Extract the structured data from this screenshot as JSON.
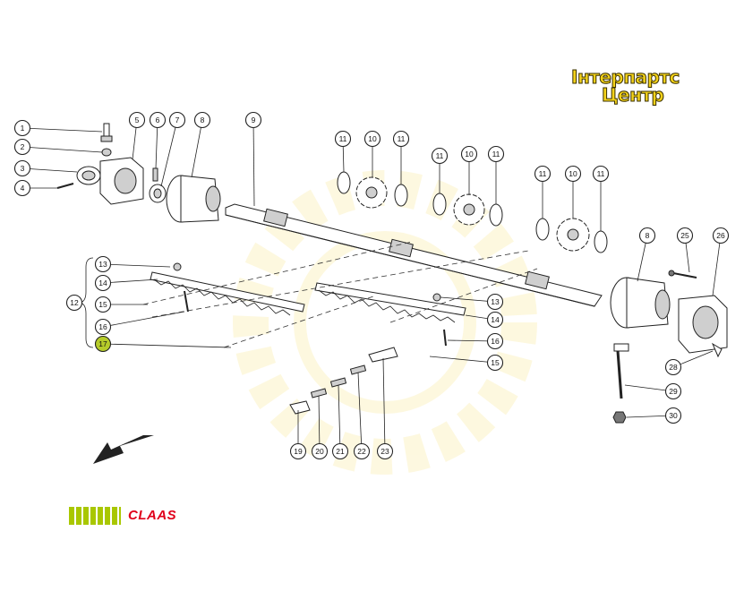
{
  "watermark": {
    "line1": "Інтерпартс",
    "line2": "Центр"
  },
  "brand": {
    "name": "CLAAS",
    "bar_color": "#a9c700",
    "text_color": "#e0001a"
  },
  "highlight_color": "#b6cc2a",
  "callouts": {
    "c1": "1",
    "c2": "2",
    "c3": "3",
    "c4": "4",
    "c5": "5",
    "c6": "6",
    "c7": "7",
    "c8a": "8",
    "c9": "9",
    "c10a": "10",
    "c11a": "11",
    "c11b": "11",
    "c11c": "11",
    "c10b": "10",
    "c11d": "11",
    "c11e": "11",
    "c10c": "10",
    "c11f": "11",
    "c8b": "8",
    "c25": "25",
    "c26": "26",
    "c13a": "13",
    "c14a": "14",
    "c12": "12",
    "c15a": "15",
    "c16a": "16",
    "c17": "17",
    "c13b": "13",
    "c14b": "14",
    "c16b": "16",
    "c15b": "15",
    "c28": "28",
    "c29": "29",
    "c30": "30",
    "c19": "19",
    "c20": "20",
    "c21": "21",
    "c22": "22",
    "c23": "23"
  }
}
